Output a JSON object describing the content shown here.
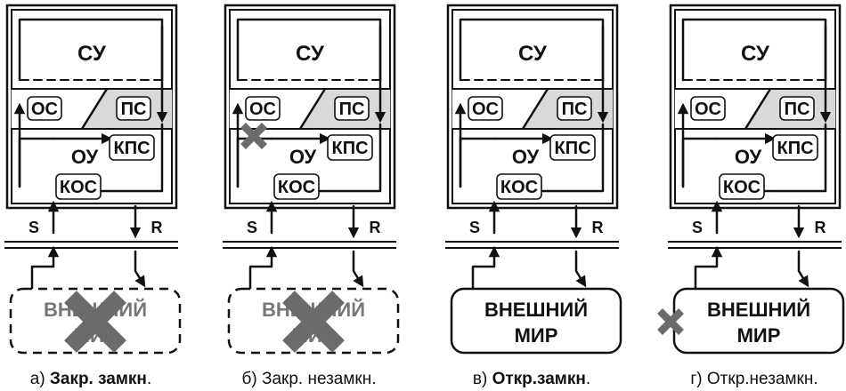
{
  "diagram": {
    "blocks": {
      "su": "СУ",
      "os": "ОС",
      "ps": "ПС",
      "ou": "ОУ",
      "kps": "КПС",
      "kos": "КОС"
    },
    "signals": {
      "s": "S",
      "r": "R"
    },
    "world": {
      "line1": "ВНЕШНИЙ",
      "line2": "МИР"
    },
    "panels": [
      {
        "caption_prefix": "а) ",
        "caption_main": "Закр. замкн",
        "caption_suffix": ".",
        "bold": true,
        "world_state": "dashed",
        "world_cross": true,
        "inner_cross": false
      },
      {
        "caption_prefix": "б) ",
        "caption_main": "Закр. незамкн.",
        "caption_suffix": "",
        "bold": false,
        "world_state": "dashed",
        "world_cross": true,
        "inner_cross": true
      },
      {
        "caption_prefix": "в) ",
        "caption_main": "Откр.замкн",
        "caption_suffix": ".",
        "bold": true,
        "world_state": "solid",
        "world_cross": false,
        "inner_cross": false
      },
      {
        "caption_prefix": "г) ",
        "caption_main": "Откр.незамкн.",
        "caption_suffix": "",
        "bold": false,
        "world_state": "solid",
        "world_cross": false,
        "inner_cross": false,
        "side_cross": true
      }
    ],
    "colors": {
      "line": "#111111",
      "fill_gray": "#d9d9d9",
      "cross": "#6b6b6b",
      "faded_text": "#777777"
    }
  }
}
